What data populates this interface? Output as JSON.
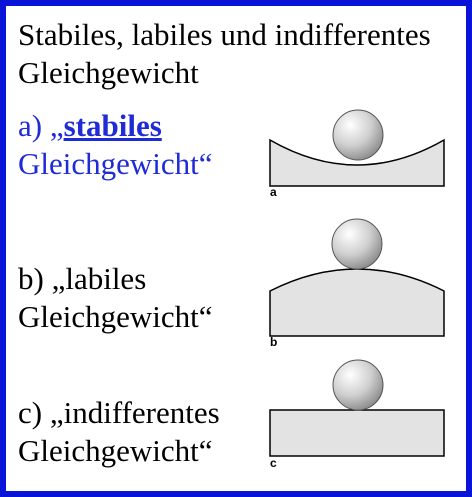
{
  "slide": {
    "title": "Stabiles, labiles und indifferentes Gleichgewicht",
    "items": [
      {
        "prefix": "a) „",
        "keyword": "stabiles",
        "suffix": "Gleichgewicht“",
        "figure_label": "a"
      },
      {
        "prefix": "b) „labiles",
        "suffix": "Gleichgewicht“",
        "figure_label": "b"
      },
      {
        "prefix": "c) „indifferentes",
        "suffix": "Gleichgewicht“",
        "figure_label": "c"
      }
    ]
  },
  "colors": {
    "border": "#0a14d8",
    "accent_text": "#1f2bd6",
    "surface_fill": "#e3e3e3",
    "ball_gradient": [
      "#ffffff",
      "#9a9a9a"
    ]
  }
}
